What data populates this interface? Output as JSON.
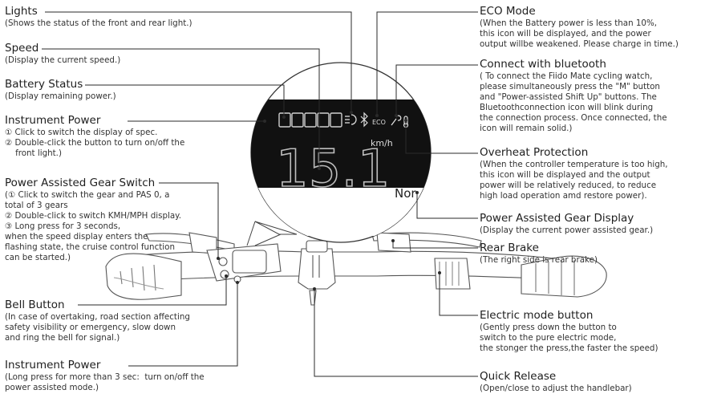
{
  "left_labels": [
    {
      "id": "lights",
      "title": "Lights",
      "desc": "(Shows the status of the front and rear light.)"
    },
    {
      "id": "speed",
      "title": "Speed",
      "desc": "(Display the current speed.)"
    },
    {
      "id": "battery",
      "title": "Battery Status",
      "desc": "(Display remaining power.)"
    },
    {
      "id": "inst_power_top",
      "title": "Instrument Power",
      "desc": "① Click to switch the display of spec.\n② Double-click the button to turn on/off the\n    front light.)"
    },
    {
      "id": "gear_switch",
      "title": "Power Assisted Gear Switch",
      "desc": "(① Click to switch the gear and PAS 0, a\ntotal of 3 gears\n② Double-click to switch KMH/MPH display.\n③ Long press for 3 seconds,\nwhen the speed display enters the\nflashing state, the cruise control function\ncan be started.)"
    },
    {
      "id": "bell",
      "title": "Bell Button",
      "desc": "(In case of overtaking, road section affecting\nsafety visibility or emergency, slow down\nand ring the bell for signal.)"
    },
    {
      "id": "inst_power_bottom",
      "title": "Instrument Power",
      "desc": "(Long press for more than 3 sec:  turn on/off the\npower assisted mode.)"
    }
  ],
  "right_labels": [
    {
      "id": "eco",
      "title": "ECO Mode",
      "desc": "(When the Battery power is less than 10%,\nthis icon will be displayed, and the power\noutput willbe weakened. Please charge in time.)"
    },
    {
      "id": "bluetooth",
      "title": "Connect with bluetooth",
      "desc": "( To connect the Fiido Mate cycling watch,\nplease simultaneously press the \"M\" button\nand \"Power-assisted Shift Up\" buttons. The\nBluetoothconnection icon will blink during\nthe connection process. Once connected, the\nicon will remain solid.)"
    },
    {
      "id": "overheat",
      "title": "Overheat Protection",
      "desc": "(When the controller temperature is too high,\nthis icon will be displayed and the output\npower will be relatively reduced, to reduce\nhigh load operation amd restore power)."
    },
    {
      "id": "gear_display",
      "title": "Power Assisted Gear Display",
      "desc": "(Display the current power assisted gear.)"
    },
    {
      "id": "rear_brake",
      "title": "Rear Brake",
      "desc": "(The right side is rear brake)"
    },
    {
      "id": "electric_mode",
      "title": "Electric mode button",
      "desc": "(Gently press down the button to\nswitch to the pure electric mode,\nthe stonger the press,the faster the speed)"
    },
    {
      "id": "quick_release",
      "title": "Quick Release",
      "desc": "(Open/close to adjust the handlebar)"
    }
  ],
  "display": {
    "speed": "15.1",
    "unit": "km/h",
    "eco": "ECO",
    "gear": "Nor"
  },
  "colors": {
    "line": "#2a2a2a",
    "panel": "#111111",
    "text": "#1e1e1e"
  }
}
